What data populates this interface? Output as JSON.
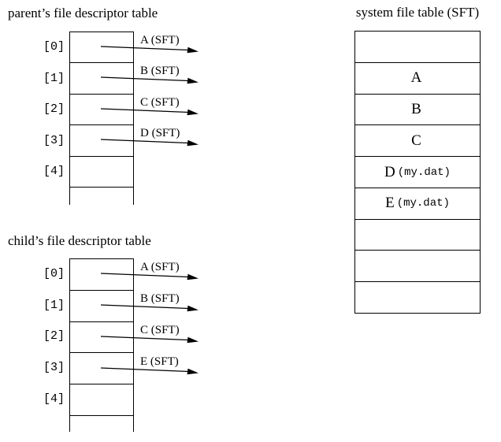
{
  "colors": {
    "line": "#000000",
    "background": "#ffffff",
    "text": "#000000"
  },
  "parent_table": {
    "title": "parent’s file descriptor table",
    "entries": [
      {
        "index": "[0]",
        "points_to": "A (SFT)"
      },
      {
        "index": "[1]",
        "points_to": "B (SFT)"
      },
      {
        "index": "[2]",
        "points_to": "C (SFT)"
      },
      {
        "index": "[3]",
        "points_to": "D (SFT)"
      },
      {
        "index": "[4]",
        "points_to": ""
      }
    ]
  },
  "child_table": {
    "title": "child’s file descriptor table",
    "entries": [
      {
        "index": "[0]",
        "points_to": "A (SFT)"
      },
      {
        "index": "[1]",
        "points_to": "B (SFT)"
      },
      {
        "index": "[2]",
        "points_to": "C (SFT)"
      },
      {
        "index": "[3]",
        "points_to": "E (SFT)"
      },
      {
        "index": "[4]",
        "points_to": ""
      }
    ]
  },
  "sft": {
    "title": "system file table (SFT)",
    "rows": [
      {
        "entry": "",
        "file": ""
      },
      {
        "entry": "A",
        "file": ""
      },
      {
        "entry": "B",
        "file": ""
      },
      {
        "entry": "C",
        "file": ""
      },
      {
        "entry": "D",
        "file": "(my.dat)"
      },
      {
        "entry": "E",
        "file": "(my.dat)"
      },
      {
        "entry": "",
        "file": ""
      },
      {
        "entry": "",
        "file": ""
      },
      {
        "entry": "",
        "file": ""
      }
    ]
  }
}
